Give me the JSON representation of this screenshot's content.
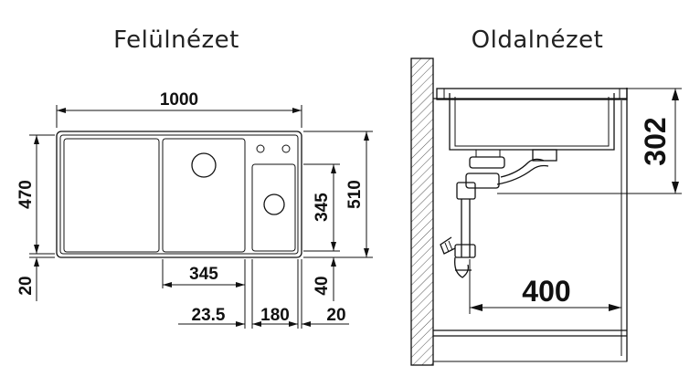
{
  "views": {
    "top_title": "Felülnézet",
    "side_title": "Oldalnézet"
  },
  "top_view_dims": {
    "total_width": "1000",
    "left_height": "470",
    "left_bottom_gap": "20",
    "small_bowl_height": "345",
    "total_height": "510",
    "right_bottom_gap": "40",
    "main_bowl_width": "345",
    "offset_1": "23.5",
    "small_bowl_width": "180",
    "right_gap": "20"
  },
  "side_view_dims": {
    "depth": "302",
    "drain_offset": "400"
  }
}
